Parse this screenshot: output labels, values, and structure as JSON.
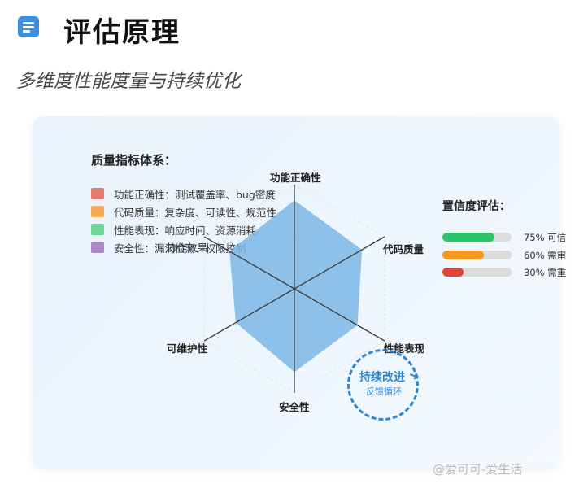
{
  "header": {
    "title": "评估原理",
    "subtitle": "多维度性能度量与持续优化"
  },
  "legend": {
    "title": "质量指标体系：",
    "items": [
      {
        "text": "功能正确性：测试覆盖率、bug密度",
        "color": "#e77b73"
      },
      {
        "text": "代码质量：复杂度、可读性、规范性",
        "color": "#f2ab53"
      },
      {
        "text": "性能表现：响应时间、资源消耗",
        "color": "#6fd595"
      },
      {
        "text": "安全性：漏洞检测、权限控制",
        "color": "#a987c9"
      }
    ],
    "overlay_text": "协作效果"
  },
  "radar": {
    "axes": [
      "功能正确性",
      "代码质量",
      "性能表现",
      "安全性",
      "可维护性",
      "协作效果"
    ],
    "values": [
      0.85,
      0.75,
      0.7,
      0.8,
      0.65,
      0.72
    ],
    "fill_color": "#7db7e6"
  },
  "confidence": {
    "title": "置信度评估：",
    "items": [
      {
        "value": 0.75,
        "text": "75% 可信",
        "color": "#2fc46b"
      },
      {
        "value": 0.6,
        "text": "60% 需审",
        "color": "#f29a1e"
      },
      {
        "value": 0.3,
        "text": "30% 需重",
        "color": "#e0453a"
      }
    ]
  },
  "feedback": {
    "main": "持续改进",
    "sub": "反馈循环"
  },
  "watermark": "@爱可可-爱生活"
}
